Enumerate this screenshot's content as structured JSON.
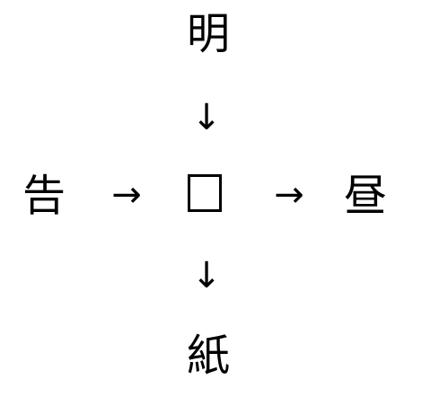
{
  "puzzle": {
    "top": "明",
    "left": "告",
    "right": "昼",
    "bottom": "紙",
    "arrow_down": "↓",
    "arrow_right": "→"
  }
}
